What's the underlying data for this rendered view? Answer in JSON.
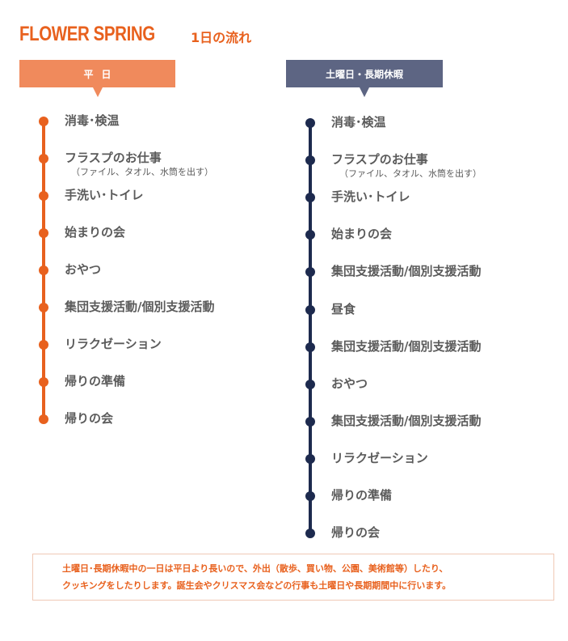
{
  "title": "FLOWER SPRING",
  "subtitle": "1日の流れ",
  "weekday": {
    "header": "平日",
    "items": [
      {
        "label": "消毒･検温"
      },
      {
        "label": "フラスプのお仕事",
        "sub": "（ファイル、タオル、水筒を出す）"
      },
      {
        "label": "手洗い･トイレ"
      },
      {
        "label": "始まりの会"
      },
      {
        "label": "おやつ"
      },
      {
        "label": "集団支援活動/個別支援活動"
      },
      {
        "label": "リラクゼーション"
      },
      {
        "label": "帰りの準備"
      },
      {
        "label": "帰りの会"
      }
    ]
  },
  "holiday": {
    "header": "土曜日・長期休暇",
    "items": [
      {
        "label": "消毒･検温"
      },
      {
        "label": "フラスプのお仕事",
        "sub": "（ファイル、タオル、水筒を出す）"
      },
      {
        "label": "手洗い･トイレ"
      },
      {
        "label": "始まりの会"
      },
      {
        "label": "集団支援活動/個別支援活動"
      },
      {
        "label": "昼食"
      },
      {
        "label": "集団支援活動/個別支援活動"
      },
      {
        "label": "おやつ"
      },
      {
        "label": "集団支援活動/個別支援活動"
      },
      {
        "label": "リラクゼーション"
      },
      {
        "label": "帰りの準備"
      },
      {
        "label": "帰りの会"
      }
    ]
  },
  "note": {
    "line1": "土曜日･長期休暇中の一日は平日より長いので、外出（散歩、買い物、公園、美術館等）したり、",
    "line2": "クッキングをしたりします。誕生会やクリスマス会などの行事も土曜日や長期期間中に行います。"
  },
  "colors": {
    "accent": "#e8611e",
    "weekday_header": "#f08a5c",
    "holiday_header": "#5d6583",
    "holiday_line": "#1d2a4e",
    "text": "#5b5b5b"
  }
}
